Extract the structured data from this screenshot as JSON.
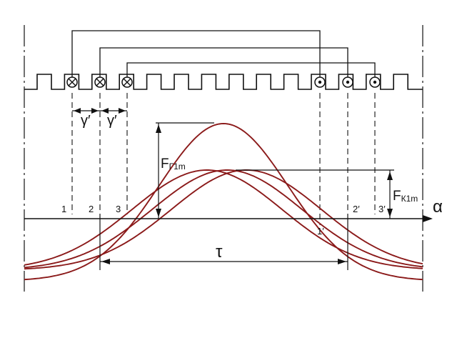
{
  "colors": {
    "ink": "#111111",
    "curve": "#8b1a1a",
    "background": "#ffffff"
  },
  "labels": {
    "gamma_left": "γ′",
    "gamma_right": "γ′",
    "f_g1m": "F",
    "f_g1m_sub": "Г1m",
    "f_k1m": "F",
    "f_k1m_sub": "К1m",
    "tau": "τ",
    "alpha": "α",
    "slot_1": "1",
    "slot_2": "2",
    "slot_3": "3",
    "slot_1p": "1′",
    "slot_2p": "2′",
    "slot_3p": "3′"
  },
  "conductors": {
    "cross": [
      "coil-side-1",
      "coil-side-2",
      "coil-side-3"
    ],
    "dot": [
      "coil-side-1p",
      "coil-side-2p",
      "coil-side-3p"
    ]
  }
}
